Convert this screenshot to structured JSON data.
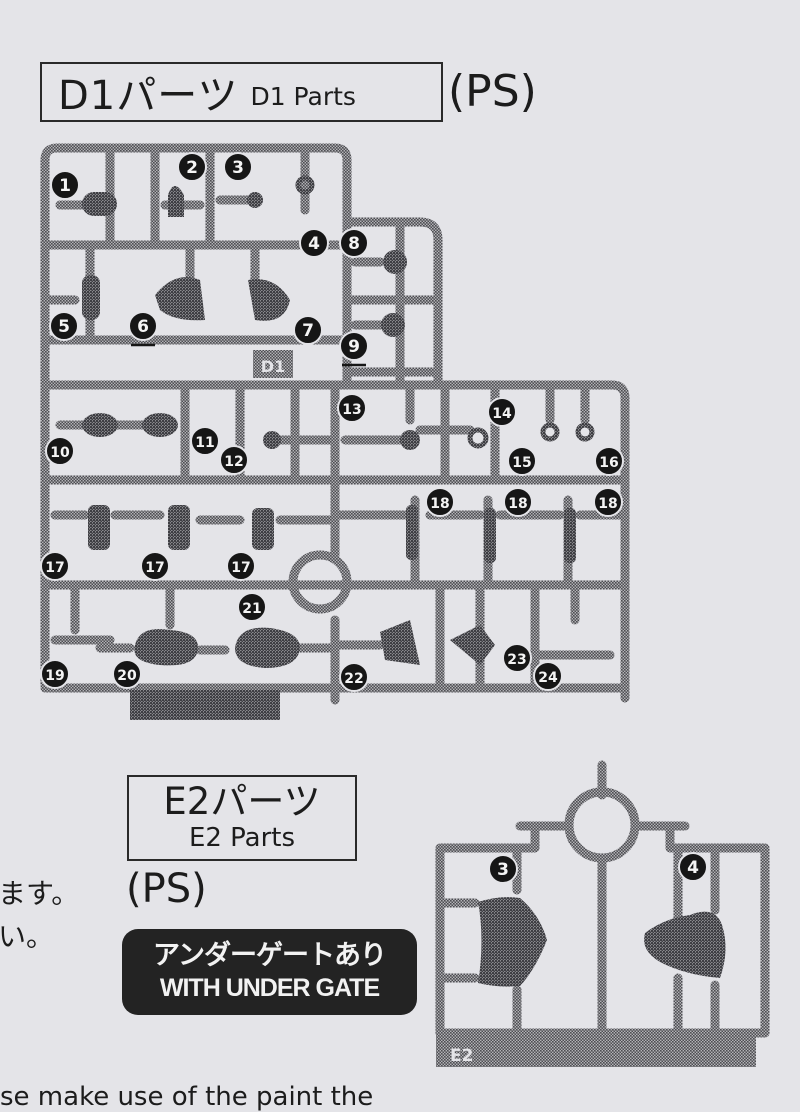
{
  "d1_section": {
    "title_jp": "D1パーツ",
    "title_en": "D1 Parts",
    "material": "(PS)",
    "runner_label": "D1",
    "part_numbers": [
      "1",
      "2",
      "3",
      "4",
      "5",
      "6",
      "7",
      "8",
      "9",
      "10",
      "11",
      "12",
      "13",
      "14",
      "15",
      "16",
      "17",
      "17",
      "17",
      "18",
      "18",
      "18",
      "19",
      "20",
      "21",
      "22",
      "23",
      "24"
    ],
    "underlined_parts": [
      "6",
      "9"
    ]
  },
  "e2_section": {
    "title_jp": "E2パーツ",
    "title_en": "E2 Parts",
    "material": "(PS)",
    "runner_label": "E2",
    "part_numbers": [
      "3",
      "4"
    ],
    "badge": {
      "jp": "アンダーゲートあり",
      "en": "WITH UNDER GATE"
    }
  },
  "side_text": {
    "line1": "ます。",
    "line2": "い。"
  },
  "bottom_text": "se make use of the paint the",
  "colors": {
    "background": "#e4e4e8",
    "runner": "#8a8a8e",
    "part": "#6f6f74",
    "badge_bg": "#232323",
    "marker": "#161616"
  }
}
